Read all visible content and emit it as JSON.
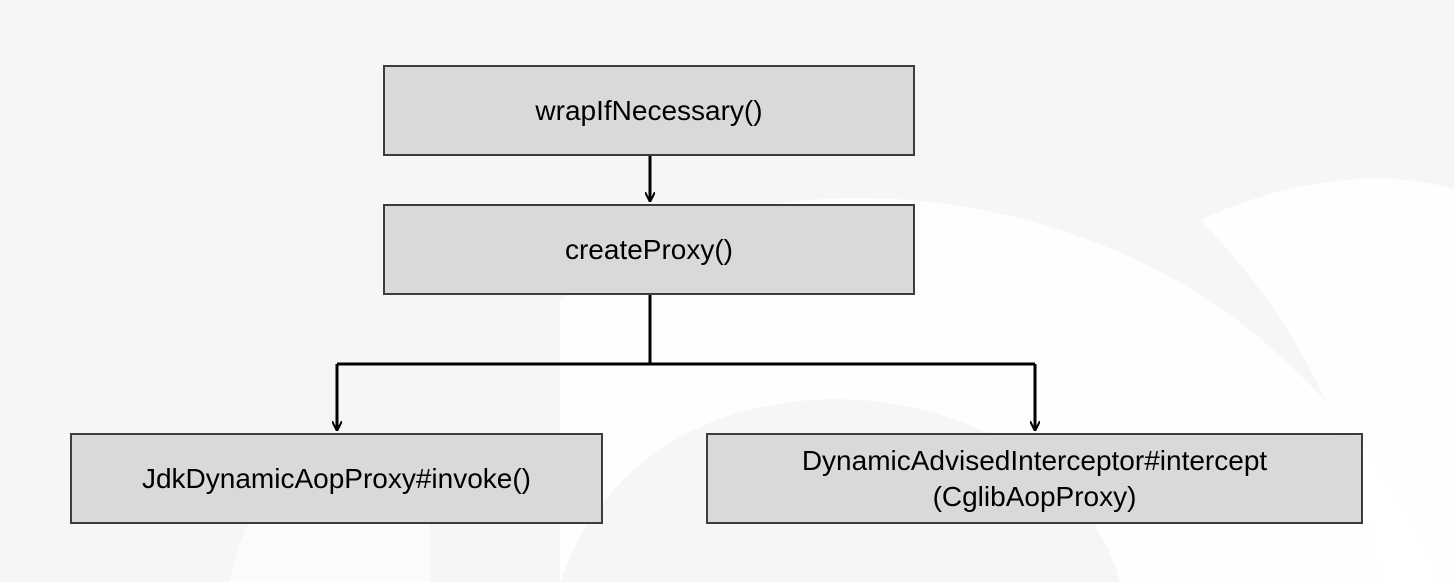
{
  "diagram": {
    "nodes": [
      {
        "id": "wrap",
        "label": "wrapIfNecessary()"
      },
      {
        "id": "create",
        "label": "createProxy()"
      },
      {
        "id": "jdk",
        "label": "JdkDynamicAopProxy#invoke()"
      },
      {
        "id": "cglib",
        "label_line1": "DynamicAdvisedInterceptor#intercept",
        "label_line2": "(CglibAopProxy)"
      }
    ],
    "edges": [
      {
        "from": "wrap",
        "to": "create"
      },
      {
        "from": "create",
        "to": "jdk"
      },
      {
        "from": "create",
        "to": "cglib"
      }
    ],
    "colors": {
      "background": "#f6f6f6",
      "box_fill": "#d9d9d9",
      "box_border": "#3c3c3c",
      "arrow": "#000000"
    }
  }
}
